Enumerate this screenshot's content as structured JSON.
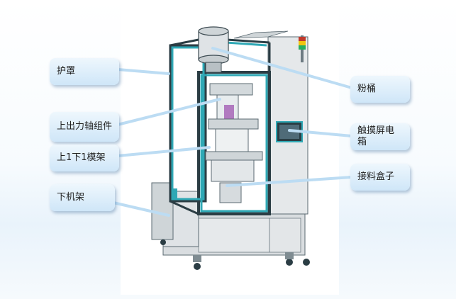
{
  "labels": {
    "hood": "护罩",
    "upper_force_axis": "上出力轴组件",
    "mold_frame": "上1下1模架",
    "lower_frame": "下机架",
    "powder_bucket": "粉桶",
    "touchscreen_box": "触摸屏电箱",
    "receiving_box": "接料盒子"
  },
  "colors": {
    "frame_teal": "#2fa8b5",
    "frame_dark": "#2b3d44",
    "panel_gray": "#d9dde0",
    "leader": "#bcdcf3",
    "callout_top": "#eef7fd",
    "callout_bottom": "#cfe6f8"
  }
}
